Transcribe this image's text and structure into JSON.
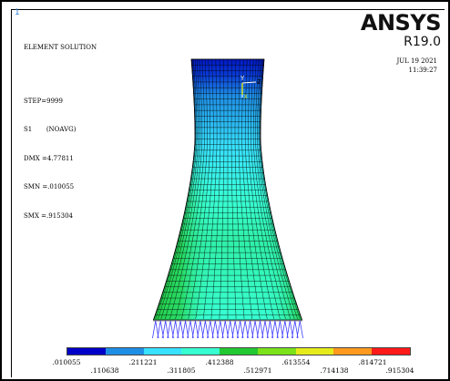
{
  "window_number": "1",
  "info": {
    "title": "ELEMENT SOLUTION",
    "step": "STEP=9999",
    "item": "S1       (NOAVG)",
    "dmx": "DMX =4.77811",
    "smn": "SMN =.010055",
    "smx": "SMX =.915304"
  },
  "brand": "ANSYS",
  "version": "R19.0",
  "date": "JUL 19 2021",
  "time": "11:39:27",
  "axes": {
    "y": "Y",
    "z": "Z",
    "x": "X"
  },
  "legend": {
    "colors": [
      "#0000c8",
      "#1f8fe6",
      "#38e1ff",
      "#38ffd2",
      "#22c832",
      "#7be21a",
      "#e6ec1c",
      "#ff9a1e",
      "#ff1a1a"
    ],
    "top_labels": [
      ".010055",
      ".211221",
      ".412388",
      ".613554",
      ".814721"
    ],
    "bottom_labels": [
      ".110638",
      ".311805",
      ".512971",
      ".714138",
      ".915304"
    ]
  }
}
